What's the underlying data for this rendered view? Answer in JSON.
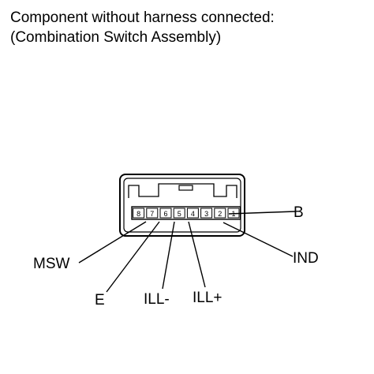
{
  "caption": {
    "line1": "Component without harness connected:",
    "line2": "(Combination Switch Assembly)"
  },
  "connector": {
    "pins": [
      "8",
      "7",
      "6",
      "5",
      "4",
      "3",
      "2",
      "1"
    ],
    "labels": {
      "b": "B",
      "ind": "IND",
      "msw": "MSW",
      "e": "E",
      "ill_minus": "ILL-",
      "ill_plus": "ILL+"
    }
  }
}
